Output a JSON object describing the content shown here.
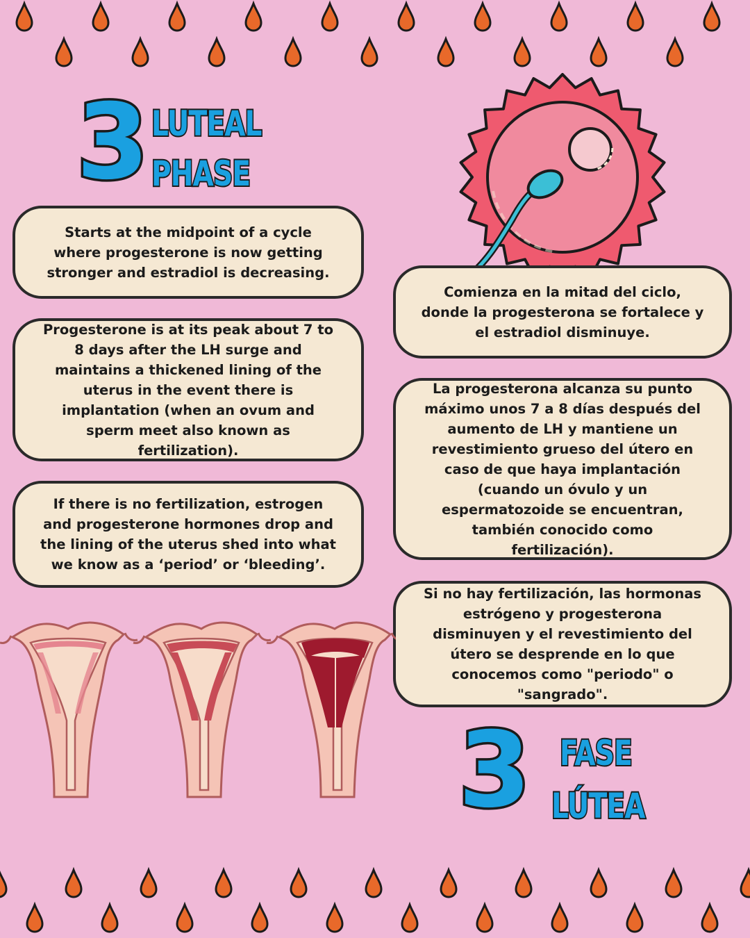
{
  "english": {
    "number": "3",
    "title_line1": "LUTEAL",
    "title_line2": "PHASE",
    "paragraphs": [
      "Starts at the midpoint of a cycle where progesterone is now getting stronger and estradiol is decreasing.",
      "Progesterone is at its peak about 7 to 8 days after the LH surge and maintains a thickened lining of the uterus in the event there is implantation (when an ovum and sperm meet also known as fertilization).",
      "If there is no fertilization, estrogen and progesterone hormones drop and the lining of the uterus shed into what we know as a ‘period’ or ‘bleeding’."
    ]
  },
  "spanish": {
    "number": "3",
    "title_line1": "FASE",
    "title_line2": "LÚTEA",
    "paragraphs": [
      "Comienza en la mitad del ciclo, donde la progesterona se fortalece y el estradiol disminuye.",
      "La progesterona alcanza su punto máximo unos 7 a 8 días después del aumento de LH y mantiene un revestimiento grueso del útero en caso de que haya implantación (cuando un óvulo y un espermatozoide se encuentran, también conocido como fertilización).",
      "Si no hay fertilización, las hormonas estrógeno y progesterona disminuyen y el revestimiento del útero se desprende en lo que conocemos como \"periodo\" o \"sangrado\"."
    ]
  },
  "colors": {
    "background": "#f0b9d7",
    "drop": "#e8692a",
    "heading": "#1aa0e0",
    "card": "#f5e8d3",
    "outline": "#2a2a2a",
    "egg": "#ef5a6f",
    "sperm": "#3bbfd6"
  },
  "icons": [
    "blood-drop-icon",
    "egg-cell-icon",
    "sperm-icon",
    "uterus-icon"
  ]
}
